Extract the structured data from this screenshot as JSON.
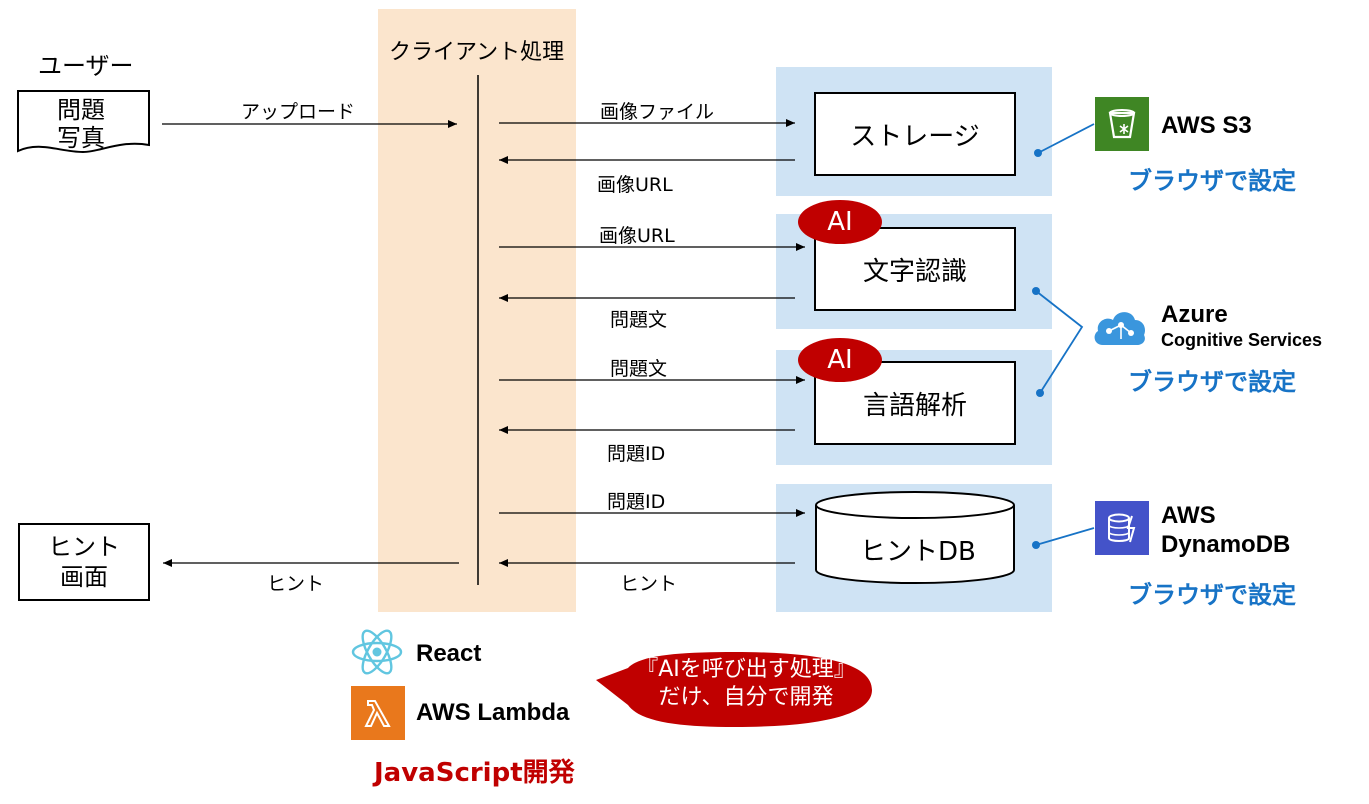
{
  "actors": {
    "user": "ユーザー",
    "photo_line1": "問題",
    "photo_line2": "写真",
    "hint_screen_line1": "ヒント",
    "hint_screen_line2": "画面"
  },
  "client": {
    "title": "クライアント処理"
  },
  "services": {
    "storage": "ストレージ",
    "ocr": "文字認識",
    "nlp": "言語解析",
    "hintdb": "ヒントDB",
    "ai_badge": "AI"
  },
  "messages": {
    "upload": "アップロード",
    "image_file": "画像ファイル",
    "image_url_return": "画像URL",
    "image_url_send": "画像URL",
    "question_text_return": "問題文",
    "question_text_send": "問題文",
    "question_id_return": "問題ID",
    "question_id_send": "問題ID",
    "hint_return": "ヒント",
    "hint_to_user": "ヒント"
  },
  "providers": {
    "aws_s3": "AWS S3",
    "azure": "Azure",
    "azure_sub": "Cognitive Services",
    "aws": "AWS",
    "dynamodb": "DynamoDB",
    "browser_setup_1": "ブラウザで設定",
    "browser_setup_2": "ブラウザで設定",
    "browser_setup_3": "ブラウザで設定"
  },
  "tech": {
    "react": "React",
    "lambda": "AWS Lambda",
    "js_dev": "JavaScript開発"
  },
  "bubble": {
    "line1": "『AIを呼び出す処理』",
    "line2": "だけ、自分で開発"
  },
  "colors": {
    "client_bg": "#fbe5cd",
    "service_bg": "#cfe3f4",
    "ai_red": "#c00000",
    "browser_blue": "#1773c6",
    "s3_green": "#3f8624",
    "azure_blue": "#3a96dd",
    "dynamo_purple": "#4453c9",
    "lambda_orange": "#e9781c",
    "react_cyan": "#61dafb"
  },
  "icons": [
    "s3-bucket-icon",
    "azure-cognitive-icon",
    "dynamodb-icon",
    "react-icon",
    "lambda-icon"
  ]
}
